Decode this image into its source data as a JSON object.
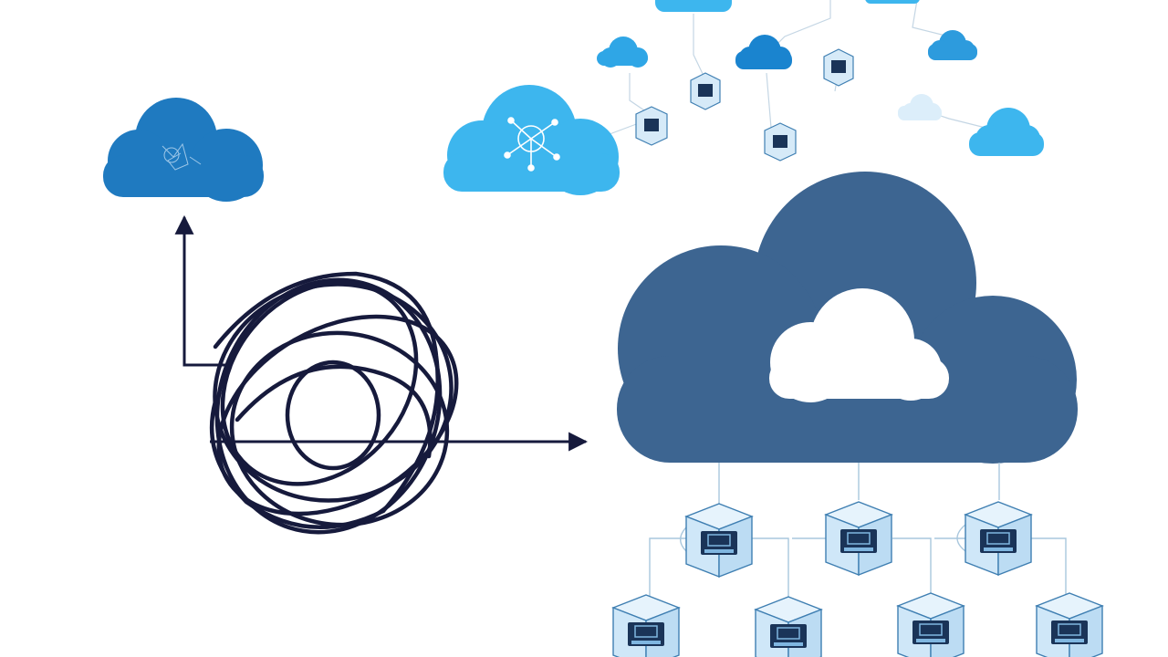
{
  "diagram": {
    "colors": {
      "background": "#ffffff",
      "tangle_stroke": "#161a3c",
      "main_cloud": "#3d6591",
      "inner_cloud": "#ffffff",
      "small_cloud_dark": "#1f7ac0",
      "cloud_light_blue": "#3db6ee",
      "cube_face": "#cfe7f8",
      "cube_stroke": "#3f7fb2",
      "connector_line": "#a9c7dd"
    },
    "nodes": [
      {
        "id": "tangle",
        "icon": "tangled-knot-icon"
      },
      {
        "id": "main-cloud",
        "icon": "cloud-icon"
      },
      {
        "id": "small-cloud-left",
        "icon": "network-cloud-icon"
      },
      {
        "id": "mid-cloud",
        "icon": "network-hub-cloud-icon"
      }
    ],
    "edges": [
      {
        "from": "tangle",
        "to": "small-cloud-left",
        "icon": "arrow-up-icon"
      },
      {
        "from": "tangle",
        "to": "main-cloud",
        "icon": "arrow-right-icon"
      }
    ],
    "server_cubes": {
      "count": 7,
      "icon": "server-cube-icon"
    }
  }
}
